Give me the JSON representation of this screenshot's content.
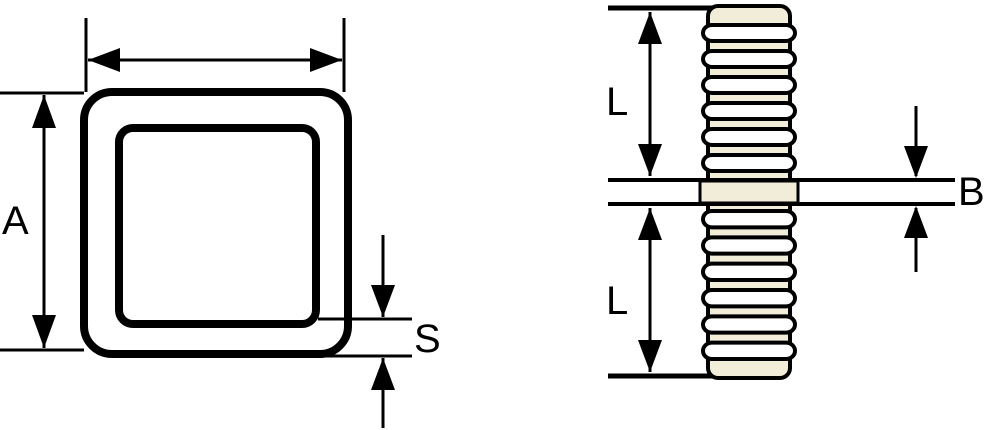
{
  "labels": {
    "width_dim": "A",
    "wall_thickness": "S",
    "pitch_upper": "L",
    "pitch_lower": "L",
    "band_thickness": "B"
  },
  "colors": {
    "stroke": "#000000",
    "ribbon_fill": "#f1edd9",
    "ring_fill": "#ffffff",
    "background": "#ffffff"
  },
  "ribbon": {
    "segments_above": 6,
    "segments_below": 6
  }
}
